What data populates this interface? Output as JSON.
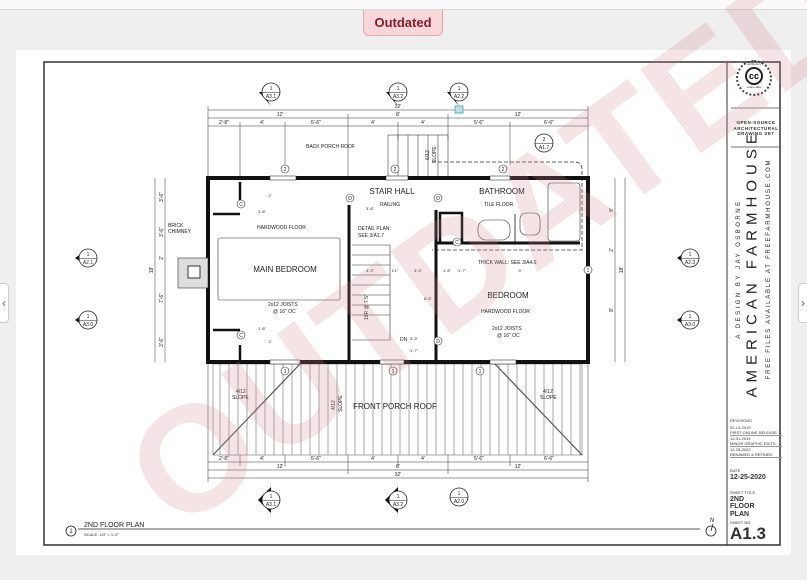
{
  "status_badge": "Outdated",
  "nav": {
    "prev": "‹",
    "next": "›"
  },
  "title_block": {
    "license_top": "attribution",
    "license_mark": "cc",
    "license_bottom": "share-alike",
    "set_line1": "OPEN-SOURCE",
    "set_line2": "ARCHITECTURAL",
    "set_line3": "DRAWING SET",
    "designer": "A DESIGN BY JAY OSBORNE",
    "project": "AMERICAN FARMHOUSE",
    "files": "FREE FILES AVAILABLE AT FREEFARMHOUSE.COM",
    "revisions_label": "REVISIONS",
    "revisions": [
      {
        "date": "02-14-2019",
        "note": "FIRST ONLINE RELEASE"
      },
      {
        "date": "12-31-2019",
        "note": "MINOR GRAPHIC EDITS"
      },
      {
        "date": "12-25-2020",
        "note": "RENAMED & REFINED"
      }
    ],
    "date_label": "DATE",
    "date": "12-25-2020",
    "sheet_title_label": "SHEET TITLE",
    "sheet_title": "2ND FLOOR PLAN",
    "sheet_no_label": "SHEET NO.",
    "sheet_no": "A1.3"
  },
  "plan": {
    "title_num": "1",
    "title": "2ND FLOOR PLAN",
    "scale": "SCALE: 1/4\" = 1'-0\"",
    "north": "N",
    "rooms": {
      "main_bedroom": "MAIN BEDROOM",
      "stair_hall": "STAIR HALL",
      "bathroom": "BATHROOM",
      "bedroom": "BEDROOM",
      "front_porch_roof": "FRONT PORCH ROOF"
    },
    "notes": {
      "back_porch_roof": "BACK PORCH ROOF",
      "brick": "BRICK",
      "chimney": "CHIMNEY",
      "hardwood1": "HARDWOOD FLOOR",
      "hardwood2": "HARDWOOD FLOOR",
      "railing": "RAILING",
      "detail1": "DETAIL PLAN:",
      "detail2": "SEE 3/A1.7",
      "tile": "TILE FLOOR",
      "thick_wall": "THICK WALL: SEE 3/A4.0",
      "joists1a": "2x12 JOISTS",
      "joists1b": "@ 16\" OC",
      "joists2a": "2x12 JOISTS",
      "joists2b": "@ 16\" OC",
      "slope_back_a": "6/12",
      "slope_back_b": "SLOPE",
      "slope_l_a": "4/12",
      "slope_l_b": "SLOPE",
      "slope_m_a": "4/12",
      "slope_m_b": "SLOPE",
      "slope_r_a": "4/12",
      "slope_r_b": "SLOPE",
      "stairs": "16R @ 7.5\"",
      "dn": "DN"
    },
    "dims_top": {
      "total": "32'",
      "a": "12'",
      "b": "8'",
      "c": "12'",
      "s": [
        "2'-8\"",
        "4'",
        "5'-6\"",
        "4'",
        "4'",
        "5'-6\"",
        "6'-6\""
      ]
    },
    "dims_bottom": {
      "total": "32'",
      "a": "12'",
      "b": "8'",
      "c": "12'",
      "s": [
        "2'-8\"",
        "4'",
        "5'-6\"",
        "4'",
        "4'",
        "5'-6\"",
        "6'-6\""
      ]
    },
    "dims_side": {
      "total": "18'",
      "left": [
        "3'-6\"",
        "3'-6\"",
        "2'",
        "7'-6\"",
        "3'-6\""
      ],
      "right": [
        "8'",
        "2'",
        "8'"
      ]
    },
    "dims_inner": [
      "3'-3\"",
      "1'1\"",
      "3'-3\"",
      "1'-5\"",
      "1'-7\"",
      "9'",
      "2'",
      "1'-6\"",
      "2'",
      "1'-6\"",
      "3'-8\"",
      "8'-5\"",
      "3'-3\"",
      "1'-7\""
    ],
    "markers": [
      {
        "num": "1",
        "sheet": "A3.1"
      },
      {
        "num": "1",
        "sheet": "A3.2"
      },
      {
        "num": "1",
        "sheet": "A2.2"
      },
      {
        "num": "2",
        "sheet": "A1.7"
      },
      {
        "num": "1",
        "sheet": "A2.1"
      },
      {
        "num": "1",
        "sheet": "A3.0"
      },
      {
        "num": "1",
        "sheet": "A2.3"
      },
      {
        "num": "1",
        "sheet": "A3.0"
      },
      {
        "num": "1",
        "sheet": "A3.1"
      },
      {
        "num": "1",
        "sheet": "A3.2"
      },
      {
        "num": "1",
        "sheet": "A2.0"
      }
    ],
    "tags": {
      "window2": "2",
      "window1": "1",
      "door": "D",
      "closet": "C"
    }
  },
  "watermark": "OUTDATED"
}
